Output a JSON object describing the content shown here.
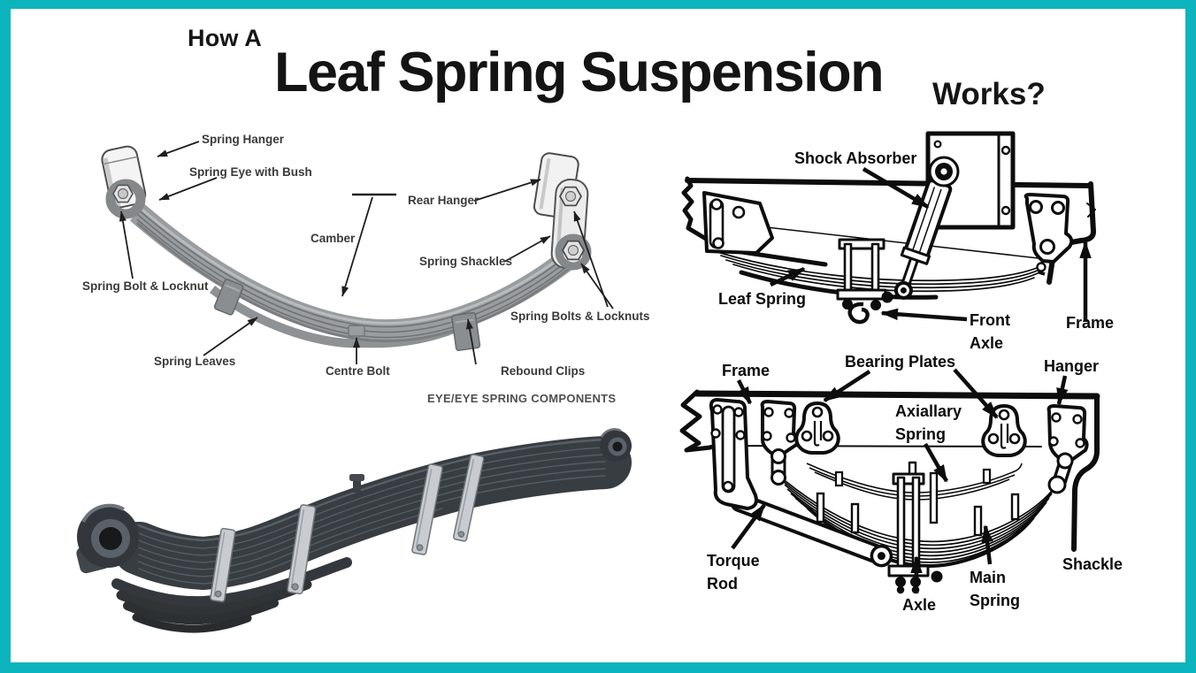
{
  "colors": {
    "border_teal": "#0cb4bd",
    "ink": "#0d0d0d",
    "label_gray": "#3a3a3a",
    "spring_gray": "#9a9da0",
    "photo_dark": "#383d42",
    "clamp_silver": "#c8ccd0"
  },
  "title": {
    "pre": "How A",
    "main": "Leaf Spring Suspension",
    "post": "Works?"
  },
  "eye_spring_diagram": {
    "caption": "EYE/EYE SPRING COMPONENTS",
    "labels": {
      "spring_hanger": "Spring Hanger",
      "spring_eye_with_bush": "Spring Eye with Bush",
      "rear_hanger": "Rear Hanger",
      "camber": "Camber",
      "spring_shackles": "Spring Shackles",
      "spring_bolt_locknut": "Spring Bolt & Locknut",
      "spring_bolts_locknuts": "Spring Bolts & Locknuts",
      "spring_leaves": "Spring Leaves",
      "centre_bolt": "Centre Bolt",
      "rebound_clips": "Rebound Clips"
    }
  },
  "front_axle_diagram": {
    "labels": {
      "shock_absorber": "Shock Absorber",
      "leaf_spring": "Leaf Spring",
      "front_axle": "Front Axle",
      "frame": "Frame"
    }
  },
  "rear_suspension_diagram": {
    "labels": {
      "frame": "Frame",
      "bearing_plates": "Bearing Plates",
      "axiallary_spring": "Axiallary Spring",
      "hanger": "Hanger",
      "torque_rod": "Torque Rod",
      "axle": "Axle",
      "main_spring": "Main Spring",
      "shackle": "Shackle"
    }
  }
}
